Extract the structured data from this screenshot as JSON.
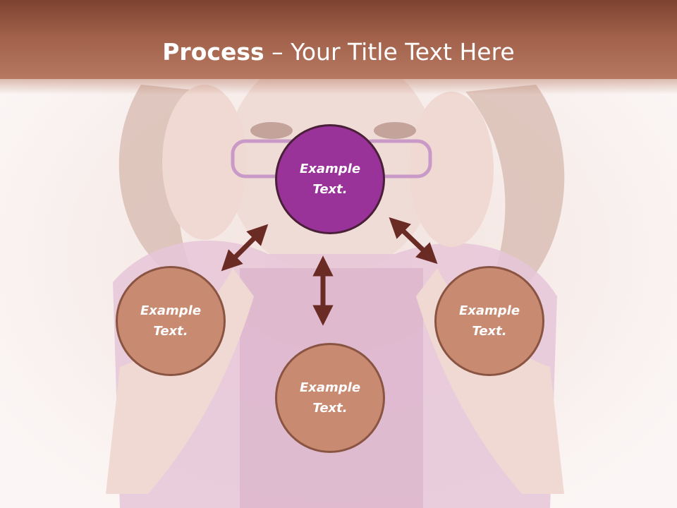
{
  "slide": {
    "title_strong": "Process",
    "title_rest": " – Your Title Text Here"
  },
  "diagram": {
    "nodes": [
      {
        "id": "center",
        "text_line1": "Example",
        "text_line2": "Text."
      },
      {
        "id": "left",
        "text_line1": "Example",
        "text_line2": "Text."
      },
      {
        "id": "bottom",
        "text_line1": "Example",
        "text_line2": "Text."
      },
      {
        "id": "right",
        "text_line1": "Example",
        "text_line2": "Text."
      }
    ]
  },
  "colors": {
    "header": "#a0604a",
    "center_node": "#993399",
    "outer_node": "#c98a72",
    "arrow": "#6b2b25"
  }
}
